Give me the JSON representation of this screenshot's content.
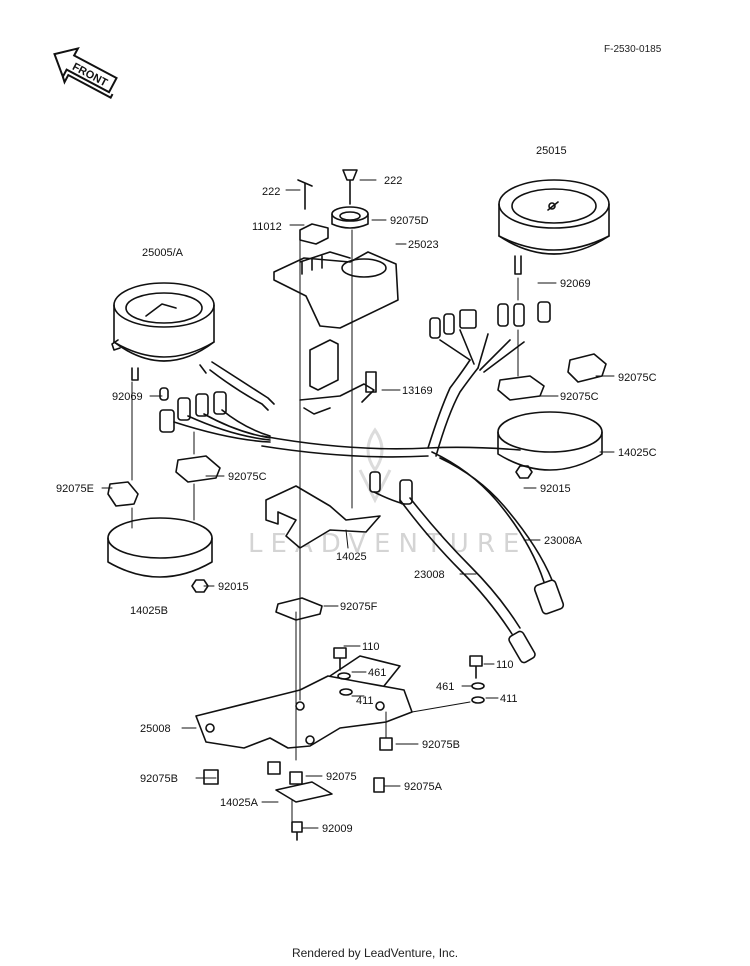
{
  "header": {
    "direction": "FRONT",
    "diagram_code": "F-2530-0185"
  },
  "watermark": "LEADVENTURE",
  "footer": "Rendered by LeadVenture, Inc.",
  "labels": {
    "l_222a": "222",
    "l_222b": "222",
    "l_11012": "11012",
    "l_92075d": "92075D",
    "l_25023": "25023",
    "l_25015": "25015",
    "l_92069r": "92069",
    "l_25005a": "25005/A",
    "l_13169": "13169",
    "l_92069l": "92069",
    "l_92075cr1": "92075C",
    "l_92075cr2": "92075C",
    "l_14025c": "14025C",
    "l_92015r": "92015",
    "l_92075cl": "92075C",
    "l_92075e": "92075E",
    "l_14025": "14025",
    "l_23008a": "23008A",
    "l_23008": "23008",
    "l_92015l": "92015",
    "l_14025b": "14025B",
    "l_92075f": "92075F",
    "l_110a": "110",
    "l_461a": "461",
    "l_411a": "411",
    "l_110b": "110",
    "l_461b": "461",
    "l_411b": "411",
    "l_25008": "25008",
    "l_92075b1": "92075B",
    "l_92075b2": "92075B",
    "l_92075": "92075",
    "l_92075a": "92075A",
    "l_14025a": "14025A",
    "l_92009": "92009"
  }
}
